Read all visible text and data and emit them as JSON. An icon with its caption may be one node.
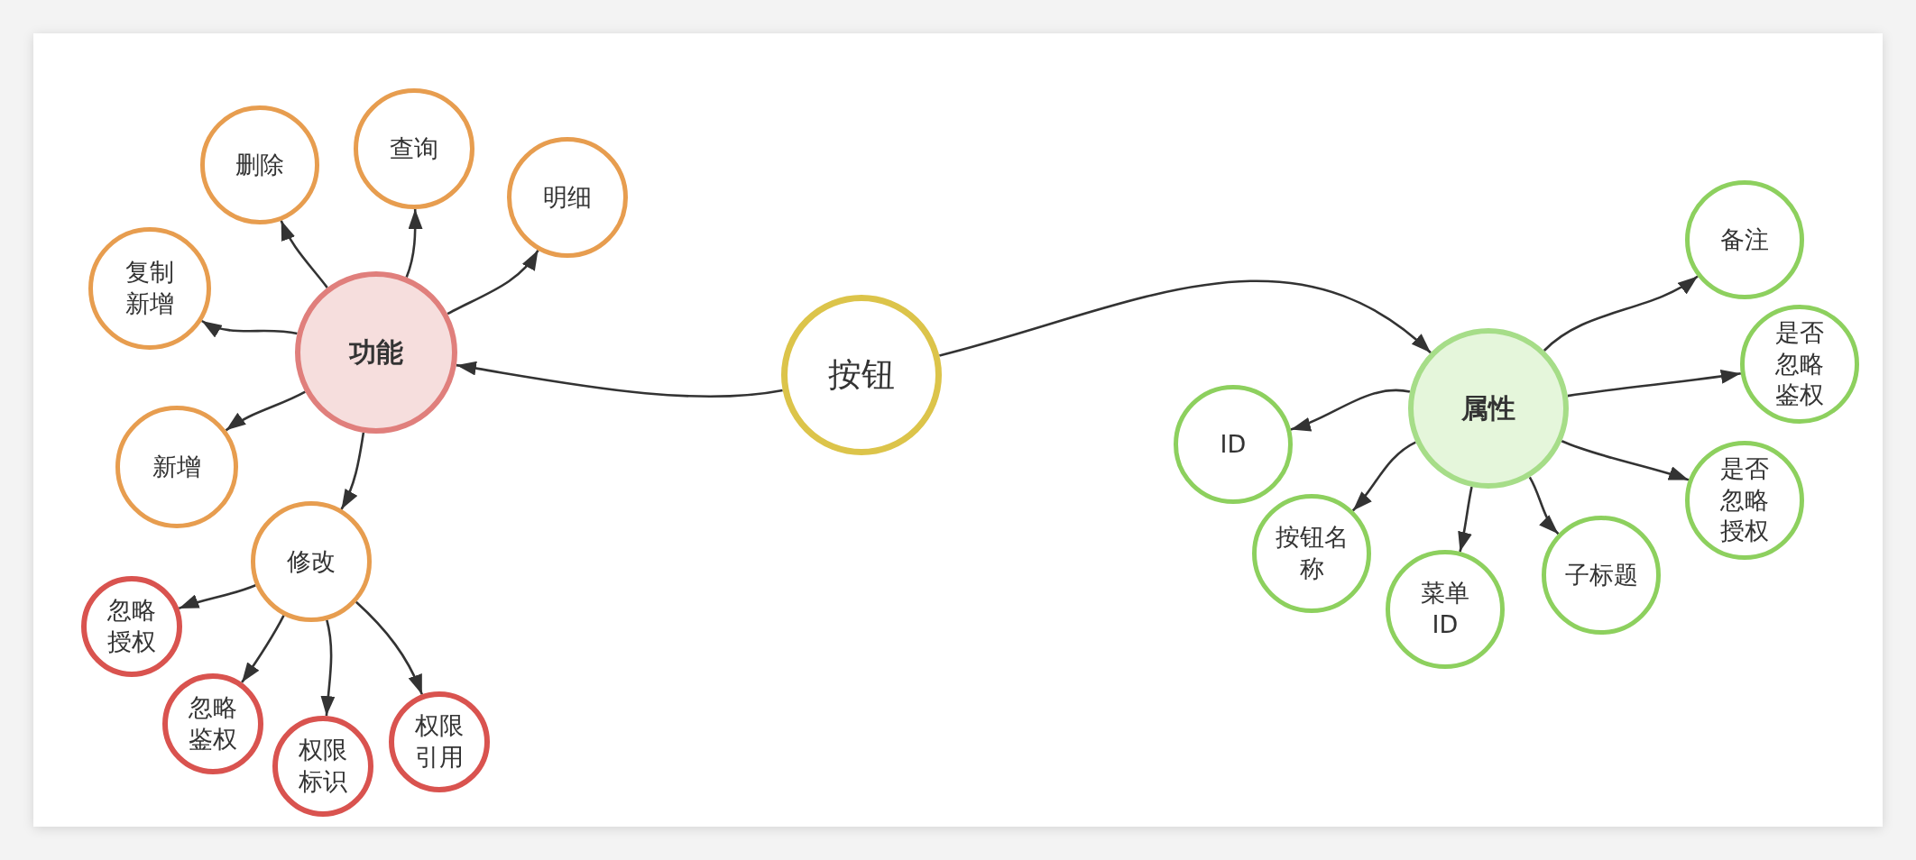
{
  "diagram": {
    "nodes": [
      {
        "text": [
          "按钮"
        ]
      },
      {
        "text": [
          "功能"
        ]
      },
      {
        "text": [
          "删除"
        ]
      },
      {
        "text": [
          "查询"
        ]
      },
      {
        "text": [
          "明细"
        ]
      },
      {
        "text": [
          "复制新增"
        ]
      },
      {
        "text": [
          "新增"
        ]
      },
      {
        "text": [
          "修改"
        ]
      },
      {
        "text": [
          "忽略授权"
        ]
      },
      {
        "text": [
          "忽略鉴权"
        ]
      },
      {
        "text": [
          "权限标识"
        ]
      },
      {
        "text": [
          "权限引用"
        ]
      },
      {
        "text": [
          "属性"
        ]
      },
      {
        "text": [
          "备注"
        ]
      },
      {
        "text": [
          "是否忽略鉴权"
        ]
      },
      {
        "text": [
          "是否忽略授权"
        ]
      },
      {
        "text": [
          "子标题"
        ]
      },
      {
        "text": [
          "菜单ID"
        ]
      },
      {
        "text": [
          "按钮名称"
        ]
      },
      {
        "text": [
          "ID"
        ]
      }
    ],
    "edges": [
      {
        "from": 0,
        "to": 1,
        "arrow": "to"
      },
      {
        "from": 1,
        "to": 2,
        "arrow": "to"
      },
      {
        "from": 1,
        "to": 3,
        "arrow": "to"
      },
      {
        "from": 1,
        "to": 4,
        "arrow": "to"
      },
      {
        "from": 1,
        "to": 5,
        "arrow": "to"
      },
      {
        "from": 1,
        "to": 6,
        "arrow": "to"
      },
      {
        "from": 1,
        "to": 7,
        "arrow": "to"
      },
      {
        "from": 7,
        "to": 8,
        "arrow": "to"
      },
      {
        "from": 7,
        "to": 9,
        "arrow": "to"
      },
      {
        "from": 7,
        "to": 10,
        "arrow": "to"
      },
      {
        "from": 7,
        "to": 11,
        "arrow": "to"
      },
      {
        "from": 0,
        "to": 12,
        "arrow": "to"
      },
      {
        "from": 12,
        "to": 13,
        "arrow": "to"
      },
      {
        "from": 12,
        "to": 14,
        "arrow": "to"
      },
      {
        "from": 12,
        "to": 15,
        "arrow": "to"
      },
      {
        "from": 12,
        "to": 16,
        "arrow": "to"
      },
      {
        "from": 12,
        "to": 17,
        "arrow": "to"
      },
      {
        "from": 12,
        "to": 18,
        "arrow": "to"
      },
      {
        "from": 12,
        "to": 19,
        "arrow": "to"
      }
    ]
  }
}
